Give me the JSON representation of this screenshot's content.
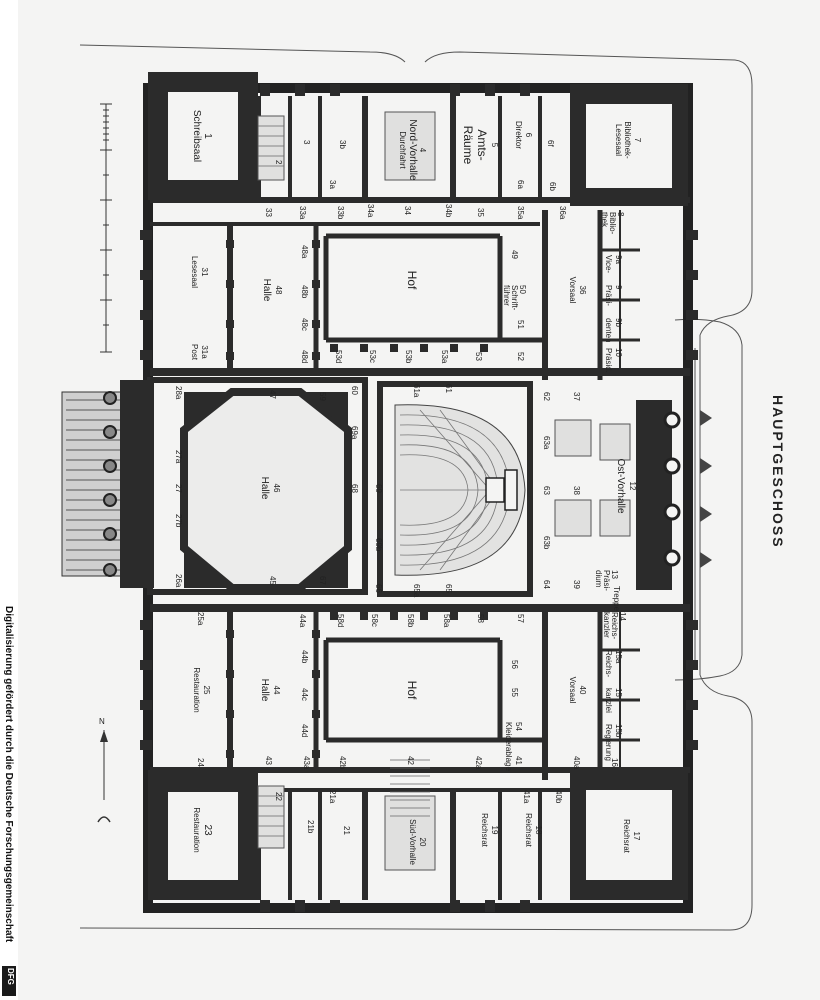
{
  "plan": {
    "title": "HAUPTGESCHOSS",
    "compass_label": "N",
    "north_wing": {
      "schreibsaal": {
        "number": "1",
        "name": "Schreibsaal"
      },
      "r2": "2",
      "r3": "3",
      "r3b": "3b",
      "r3a": "3a",
      "nord_vorhalle": {
        "number": "4",
        "name": "Nord-Vorhalle",
        "sub": "Durchfahrt"
      },
      "amts_raeume": {
        "number": "5",
        "line1": "Amts-",
        "line2": "Räume"
      },
      "direktor": {
        "number": "6",
        "name": "Direktor"
      },
      "r6f": "6f",
      "r6a": "6a",
      "r6b": "6b",
      "bibliothek_lesesaal": {
        "number": "7",
        "line1": "Bibliothek-",
        "line2": "Lesesaal"
      }
    },
    "corridor_north": [
      "33",
      "33a",
      "33b",
      "34a",
      "34",
      "34b",
      "35",
      "35a",
      "36a"
    ],
    "bibliothek": {
      "number": "8",
      "line1": "Biblio-",
      "line2": "thek"
    },
    "vice_praesident": {
      "numbers": [
        "9a",
        "9",
        "9b"
      ],
      "line1": "Vice-",
      "line2": "Präsi-",
      "line3": "denten",
      "line4": "Präsid."
    },
    "r10": "10",
    "lesesaal": {
      "number": "31",
      "name": "Lesesaal"
    },
    "post": {
      "number": "31a",
      "name": "Post"
    },
    "halle_north": {
      "number": "48",
      "name": "Halle"
    },
    "column_labels_north": [
      "48a",
      "48b",
      "48c",
      "48d"
    ],
    "hof_north": {
      "name": "Hof"
    },
    "r49": "49",
    "schriftfuehrer": {
      "number": "50",
      "line1": "Schrift-",
      "line2": "führer"
    },
    "r51": "51",
    "r52": "52",
    "r53": "53",
    "row_53": [
      "53d",
      "53c",
      "53b",
      "53a"
    ],
    "vorsaal_north": {
      "number": "36",
      "name": "Vorsaal"
    },
    "r37": "37",
    "central": {
      "r28a": "28a",
      "r47": "47",
      "r59": "59",
      "r60": "60",
      "r61a": "61a",
      "r61": "61",
      "r62": "62",
      "r69a": "69a",
      "r63a": "63a",
      "r27a": "27a",
      "r27": "27",
      "r27b": "27b",
      "halle_central": {
        "number": "46",
        "name": "Halle"
      },
      "r68": "68",
      "r69": "69",
      "r63": "63",
      "r38": "38",
      "ost_vorhalle": {
        "number": "12",
        "name": "Ost-Vorhalle"
      },
      "r69b": "69b",
      "r63b": "63b",
      "r26a": "26a",
      "r45": "45",
      "r67": "67",
      "r66": "66",
      "r65a": "65a",
      "r65": "65",
      "r64": "64",
      "r39": "39",
      "praesidium": {
        "number": "13",
        "line1": "Präsi-",
        "line2": "dium"
      },
      "treppe": "Treppe"
    },
    "corridor_south": [
      "44a",
      "58d",
      "58c",
      "58b",
      "58a",
      "58",
      "57"
    ],
    "reichskanzler": {
      "number": "14",
      "line1": "Reichs-",
      "line2": "kanzler"
    },
    "reichskanzlei": {
      "numbers": [
        "15a",
        "15",
        "15b"
      ],
      "line1": "Reichs-",
      "line2": "kanzlei",
      "line3": "Regierung"
    },
    "r16": "16",
    "restauration_large": {
      "number": "25",
      "name": "Restauration"
    },
    "r25a": "25a",
    "halle_south": {
      "number": "44",
      "name": "Halle"
    },
    "column_labels_south": [
      "44b",
      "44c",
      "44d"
    ],
    "hof_south": {
      "name": "Hof"
    },
    "r56": "56",
    "r55": "55",
    "kleiderablage": {
      "number": "54",
      "name": "Kleiderablage"
    },
    "vorsaal_south": {
      "number": "40",
      "name": "Vorsaal"
    },
    "r40a": "40a",
    "south_row": [
      "24",
      "43",
      "43a",
      "42b",
      "42",
      "42a",
      "41",
      "41a",
      "40b"
    ],
    "south_wing": {
      "restauration_small": {
        "number": "23",
        "name": "Restauration"
      },
      "r22": "22",
      "r21a": "21a",
      "r21b": "21b",
      "r21": "21",
      "sued_vorhalle": {
        "number": "20",
        "name": "Süd-Vorhalle"
      },
      "reichsrat_19": {
        "number": "19",
        "name": "Reichsrat"
      },
      "reichsrat_18": {
        "number": "18",
        "name": "Reichsrat"
      },
      "reichsrat_17": {
        "number": "17",
        "name": "Reichsrat"
      }
    }
  },
  "credit": {
    "text": "Digitalisierung gefördert durch die Deutsche Forschungsgemeinschaft",
    "logo": "DFG"
  }
}
